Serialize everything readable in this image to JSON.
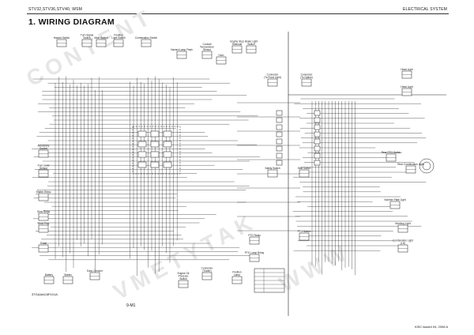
{
  "header": {
    "model": "STV32,STV36,STV40, WSM",
    "section": "ELECTRICAL  SYSTEM"
  },
  "title": "1.  WIRING  DIAGRAM",
  "figure_code": "3TGAAAC8P101A",
  "page_number": "9-M1",
  "issue": "KiSC issued 04, 2006 A",
  "components": [
    {
      "id": "c1",
      "label": "Hazard Switch"
    },
    {
      "id": "c2",
      "label": "Turn Signal\nSwitch"
    },
    {
      "id": "c3",
      "label": "Main Switch"
    },
    {
      "id": "c4",
      "label": "Position\nLight Switch"
    },
    {
      "id": "c5",
      "label": "Combination Switch"
    },
    {
      "id": "c6",
      "label": "Hazard Lamp Flash"
    },
    {
      "id": "c7",
      "label": "Coolant\nTemperature\nSensor"
    },
    {
      "id": "c8",
      "label": "Horn"
    },
    {
      "id": "c9",
      "label": "Engine Stop\nSolenoid"
    },
    {
      "id": "c10",
      "label": "Brake Light\nSwitch"
    },
    {
      "id": "c11",
      "label": "Connector\n(To Front Light)"
    },
    {
      "id": "c12",
      "label": "Connector\n(To Option)"
    },
    {
      "id": "c13",
      "label": "Head Light"
    },
    {
      "id": "c14",
      "label": "Head Light"
    },
    {
      "id": "c15",
      "label": "Accessory\nSocket"
    },
    {
      "id": "c16",
      "label": "Fuel Level\nSensor"
    },
    {
      "id": "c17",
      "label": "Starter Relay"
    },
    {
      "id": "c18",
      "label": "Glow Relay"
    },
    {
      "id": "c19",
      "label": "Glow Plug"
    },
    {
      "id": "c20",
      "label": "Diode"
    },
    {
      "id": "c21",
      "label": "Battery"
    },
    {
      "id": "c22",
      "label": "Starter"
    },
    {
      "id": "c23",
      "label": "Easy Checker"
    },
    {
      "id": "c24",
      "label": "Engine Oil\nPressure\nSwitch"
    },
    {
      "id": "c25",
      "label": "Connector\n(Trailer)"
    },
    {
      "id": "c26",
      "label": "Position\nLamp"
    },
    {
      "id": "c27",
      "label": "PTO Relay"
    },
    {
      "id": "c28",
      "label": "PTO Lamp Relay"
    },
    {
      "id": "c29",
      "label": "Seat Switch"
    },
    {
      "id": "c30",
      "label": "Rear PTO Switch"
    },
    {
      "id": "c31",
      "label": "Rear Combination Light"
    },
    {
      "id": "c32",
      "label": "Number Plate Light"
    },
    {
      "id": "c33",
      "label": "Working Light"
    },
    {
      "id": "c34",
      "label": "Combination Light\n(LH)"
    },
    {
      "id": "c35",
      "label": "PTO Switch"
    },
    {
      "id": "c36",
      "label": "Safety Switch"
    }
  ]
}
